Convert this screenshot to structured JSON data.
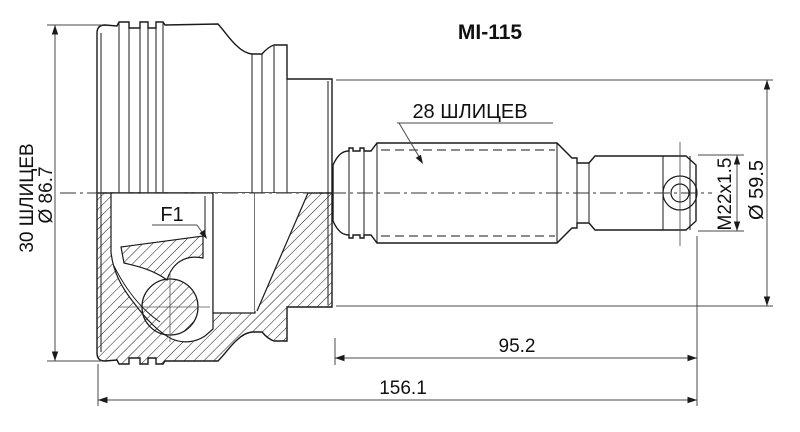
{
  "drawing": {
    "title": "MI-115",
    "labels": {
      "outer_spline_count": "30 ШЛИЦЕВ",
      "outer_diameter": "Ø 86.7",
      "shaft_spline_count": "28 ШЛИЦЕВ",
      "surface_ref": "F1",
      "thread_spec": "M22x1.5",
      "ring_diameter": "Ø 59.5",
      "shaft_length": "95.2",
      "overall_length": "156.1"
    },
    "colors": {
      "line": "#1a1a1a",
      "dim_line": "#4a4a4a",
      "background": "#ffffff"
    }
  }
}
